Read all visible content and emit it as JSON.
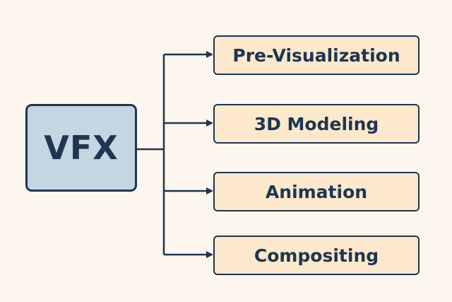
{
  "colors": {
    "background": "#fcf6ee",
    "root_fill": "#c3d6e2",
    "child_fill": "#fbe8cd",
    "stroke": "#1f3550"
  },
  "root": {
    "label": "VFX"
  },
  "children": [
    {
      "label": "Pre-Visualization"
    },
    {
      "label": "3D Modeling"
    },
    {
      "label": "Animation"
    },
    {
      "label": "Compositing"
    }
  ]
}
